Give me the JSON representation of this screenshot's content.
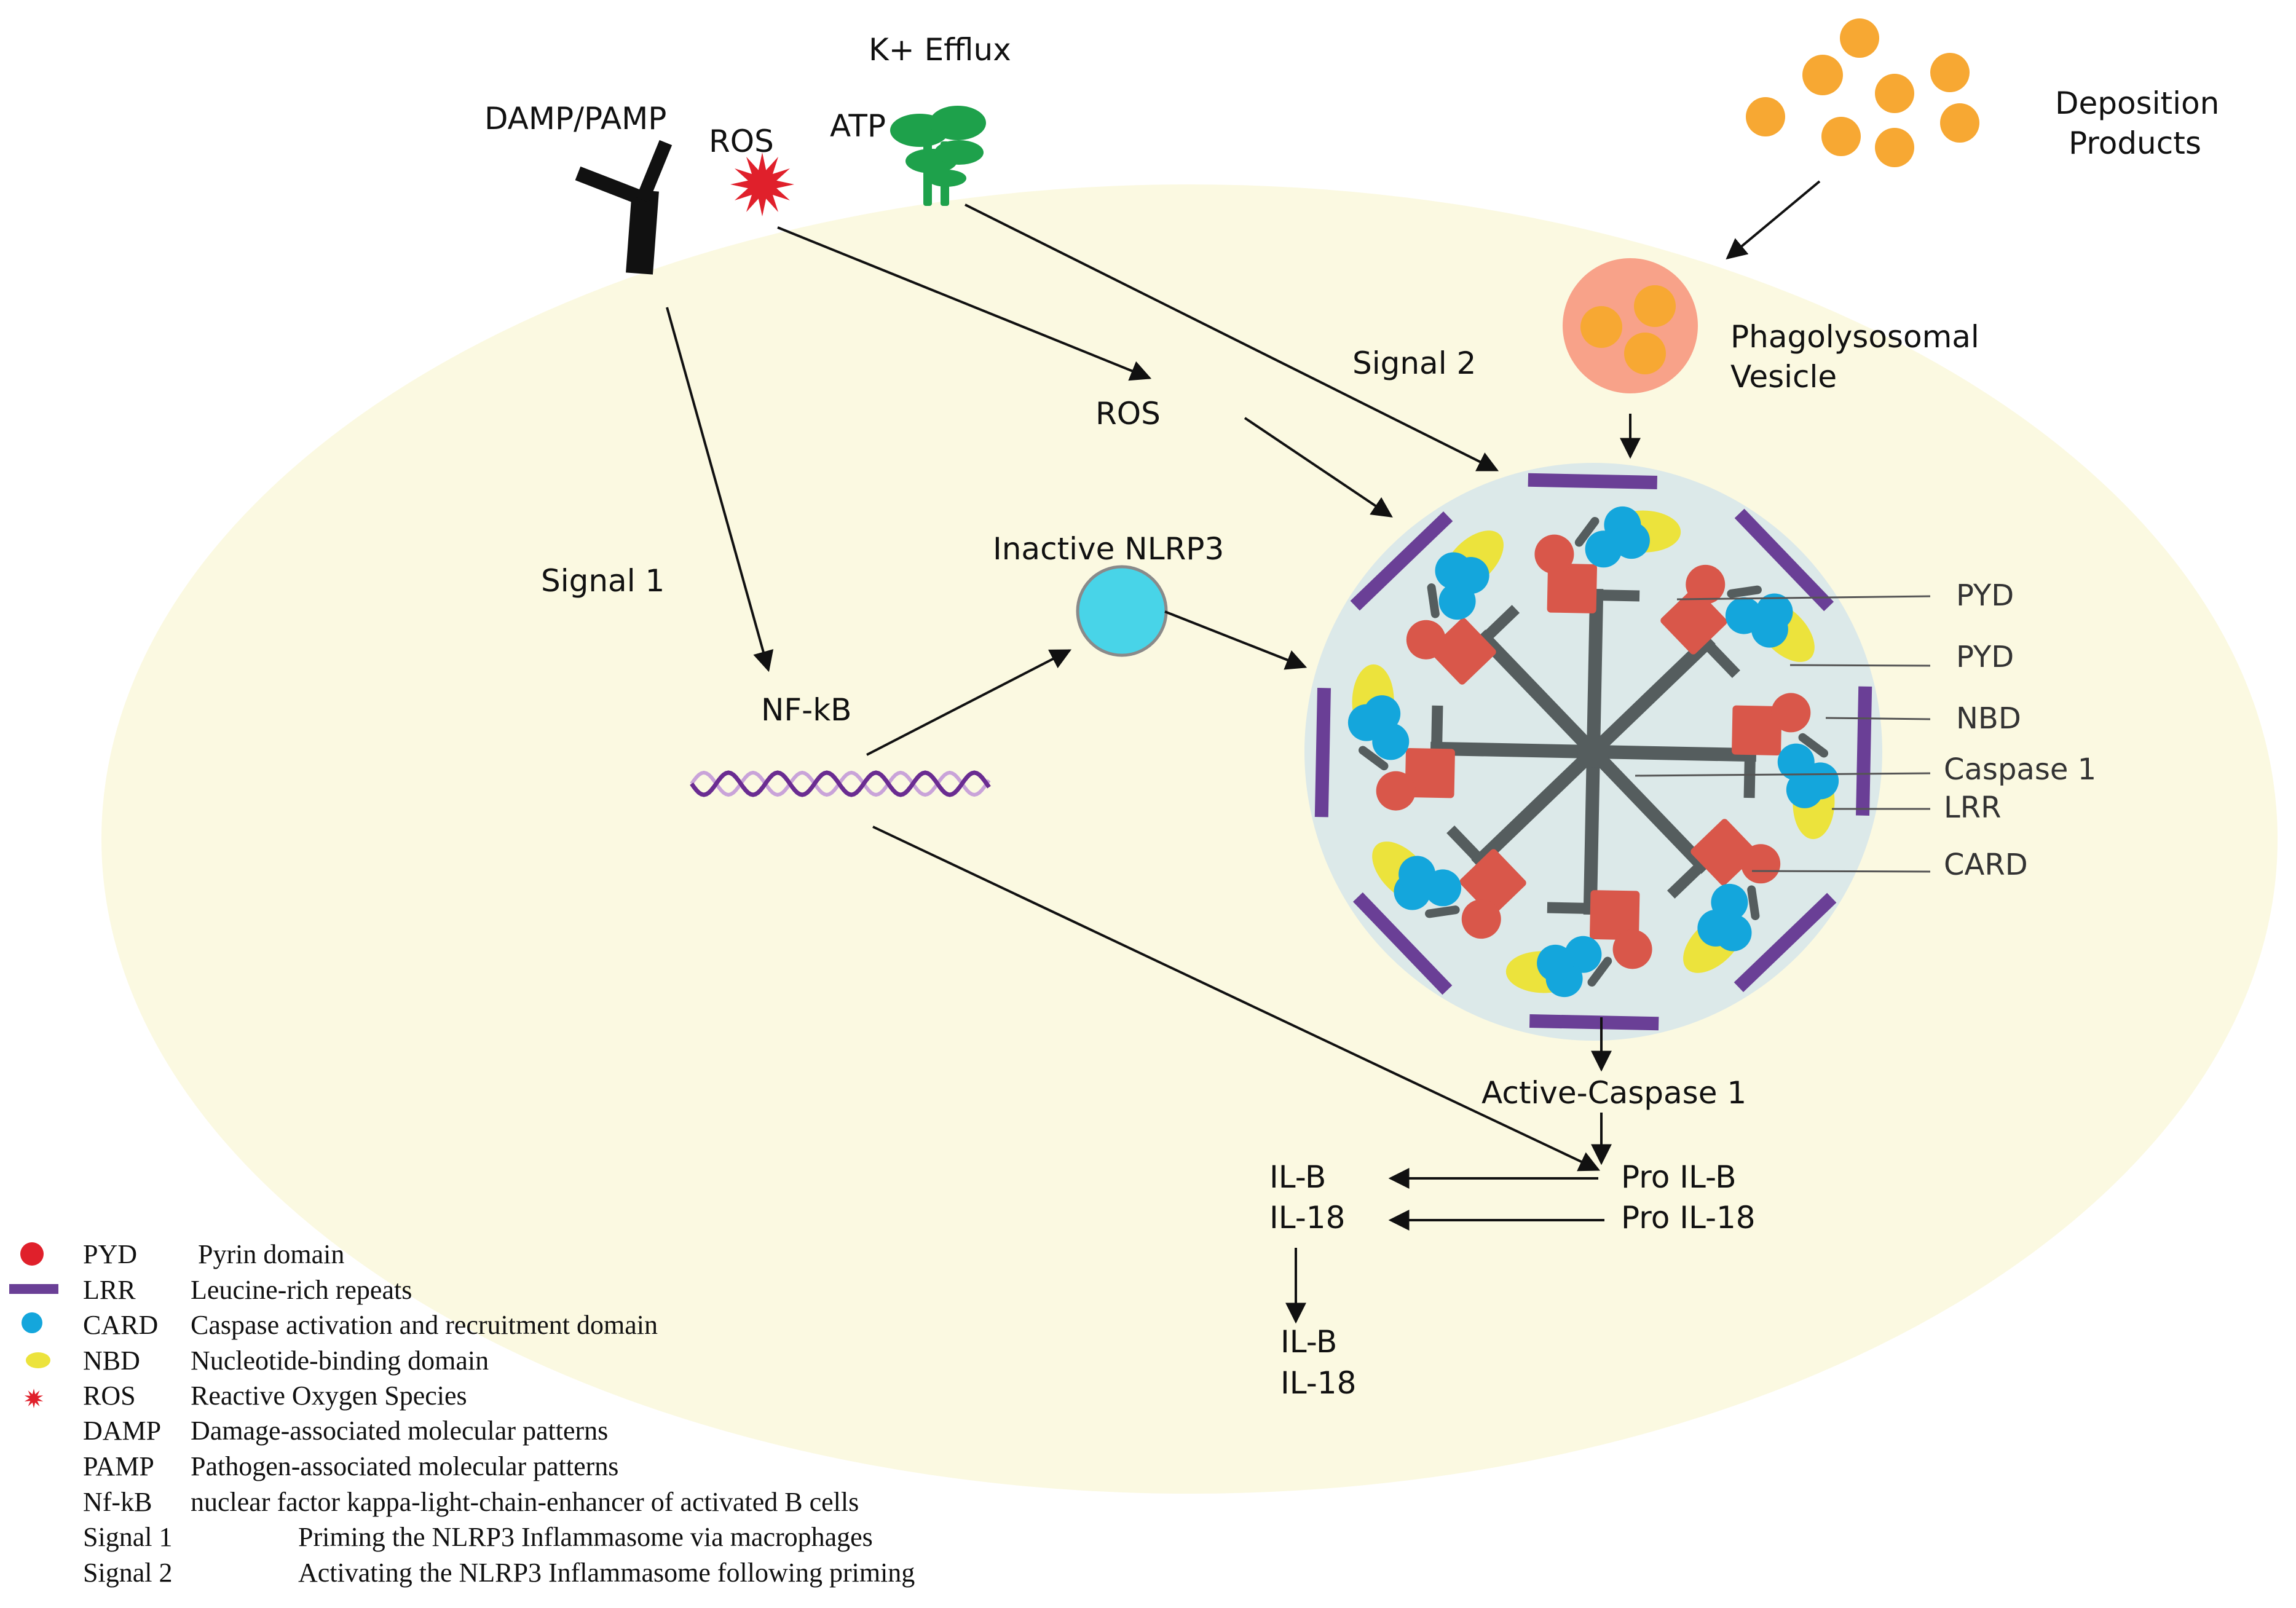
{
  "colors": {
    "cell": "#fbf9e1",
    "inflammasome": "#dce9e9",
    "pyd": "#d9574a",
    "card": "#14a6dc",
    "nbd": "#ece33c",
    "lrr": "#6a3f96",
    "spoke": "#555d5e",
    "ros": "#e0202b",
    "atp": "#1ea14b",
    "deposition": "#f7a833",
    "vesicle": "#f8a289",
    "inactive_nlrp3": "#48d4e8",
    "dna_a": "#6a2c91",
    "dna_b": "#c9a3d9"
  },
  "labels": {
    "k_efflux": "K+ Efflux",
    "damp_pamp": "DAMP/PAMP",
    "ros_outside": "ROS",
    "atp": "ATP",
    "deposition_line1": "Deposition",
    "deposition_line2": "Products",
    "phago_line1": "Phagolysosomal",
    "phago_line2": "Vesicle",
    "signal2": "Signal 2",
    "ros_inside": "ROS",
    "signal1": "Signal 1",
    "inactive_nlrp3": "Inactive NLRP3",
    "nfkb": "NF-kB",
    "active_caspase": "Active-Caspase 1",
    "il_b_1": "IL-B",
    "il_18_1": "IL-18",
    "pro_il_b": "Pro IL-B",
    "pro_il_18": "Pro IL-18",
    "il_b_2": "IL-B",
    "il_18_2": "IL-18"
  },
  "side_labels": [
    "PYD",
    "PYD",
    "NBD",
    "Caspase 1",
    "LRR",
    "CARD"
  ],
  "legend": [
    {
      "symbol": "pyd-dot",
      "abbr": "PYD",
      "desc": "Pyrin domain"
    },
    {
      "symbol": "lrr-bar",
      "abbr": "LRR",
      "desc": "Leucine-rich repeats"
    },
    {
      "symbol": "card-dot",
      "abbr": "CARD",
      "desc": "Caspase activation and recruitment domain"
    },
    {
      "symbol": "nbd-oval",
      "abbr": "NBD",
      "desc": "Nucleotide-binding domain"
    },
    {
      "symbol": "ros-star",
      "abbr": "ROS",
      "desc": "Reactive Oxygen Species"
    },
    {
      "symbol": "",
      "abbr": "DAMP",
      "desc": "Damage-associated molecular patterns"
    },
    {
      "symbol": "",
      "abbr": "PAMP",
      "desc": "Pathogen-associated molecular patterns"
    },
    {
      "symbol": "",
      "abbr": "Nf-kB",
      "desc": "nuclear factor kappa-light-chain-enhancer of activated B cells"
    },
    {
      "symbol": "",
      "abbr": "Signal 1",
      "desc": "Priming the NLRP3 Inflammasome via macrophages"
    },
    {
      "symbol": "",
      "abbr": "Signal 2",
      "desc": "Activating the NLRP3 Inflammasome following priming"
    }
  ]
}
